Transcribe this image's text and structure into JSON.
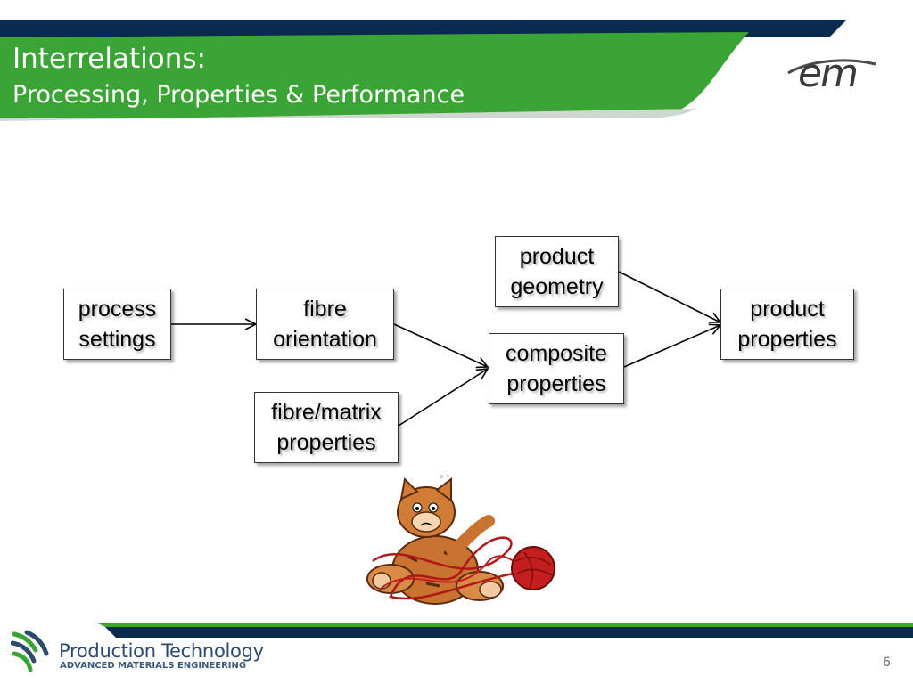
{
  "header": {
    "title_line1": "Interrelations:",
    "title_line2": "Processing, Properties & Performance",
    "logo_text": "em",
    "colors": {
      "navy": "#0b2a4f",
      "green": "#3aa535"
    }
  },
  "diagram": {
    "nodes": {
      "process_settings": "process\nsettings",
      "fibre_orientation": "fibre\norientation",
      "fibre_matrix": "fibre/matrix\nproperties",
      "product_geometry": "product\ngeometry",
      "composite_properties": "composite\nproperties",
      "product_properties": "product\nproperties"
    }
  },
  "footer": {
    "company": "Production Technology",
    "subtitle": "ADVANCED MATERIALS ENGINEERING",
    "page_number": "6"
  }
}
